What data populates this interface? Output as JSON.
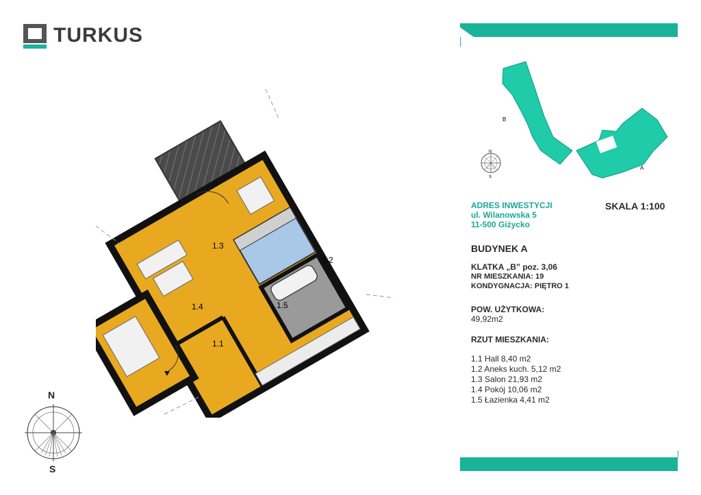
{
  "brand": {
    "name": "TURKUS",
    "color": "#19b39a",
    "text_color": "#3c3c3c"
  },
  "plan": {
    "rooms": [
      {
        "id": "1.1"
      },
      {
        "id": "1.2"
      },
      {
        "id": "1.3"
      },
      {
        "id": "1.4"
      },
      {
        "id": "1.5"
      }
    ],
    "floor_color": "#e8a920",
    "bathroom_color": "#9a9a9a",
    "kitchen_color": "#a9c8e8",
    "entrance_marker": "triangle-icon"
  },
  "compass_large": {
    "north": "N",
    "south": "S"
  },
  "site_map": {
    "building_b_label": "B",
    "building_a_label": "A",
    "compass_north": "N",
    "compass_south": "S",
    "building_color": "#1fcba8"
  },
  "info": {
    "address_title": "ADRES INWESTYCJI",
    "address_street": "ul. Wilanowska 5",
    "address_city": "11-500 Giżycko",
    "scale": "SKALA 1:100",
    "building": "BUDYNEK A",
    "stair_label": "KLATKA „B” poz. 3,06",
    "flat_number": "NR MIESZKANIA: 19",
    "floor": "KONDYGNACJA: PIĘTRO 1",
    "usable_area_label": "POW. UŻYTKOWA:",
    "usable_area_value": "49,92m2",
    "rooms_title": "RZUT MIESZKANIA:",
    "rooms": [
      "1.1 Hall 8,40 m2",
      "1.2 Aneks kuch. 5,12 m2",
      "1.3 Salon 21,93 m2",
      "1.4 Pokój 10,06 m2",
      "1.5 Łazienka 4,41 m2"
    ]
  }
}
